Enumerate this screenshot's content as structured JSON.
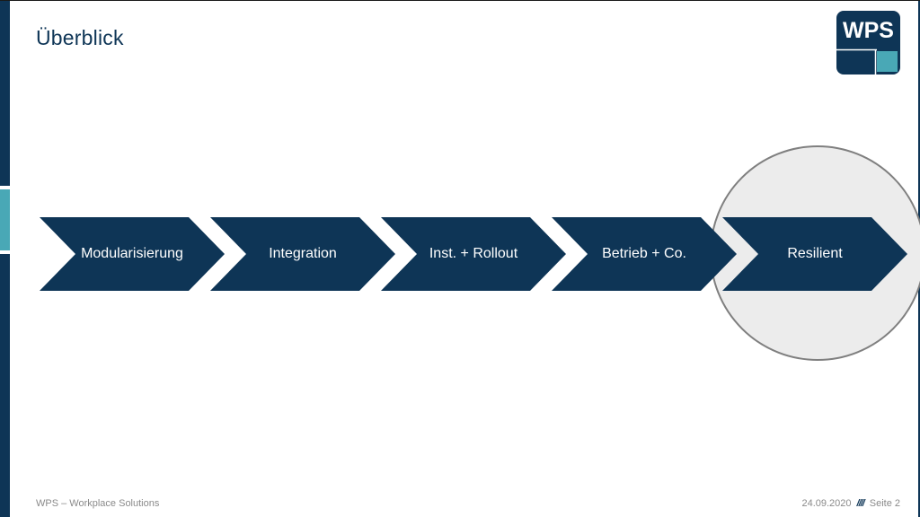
{
  "slide": {
    "title": "Überblick"
  },
  "logo": {
    "text": "WPS",
    "colors": {
      "main": "#0e3556",
      "accent": "#49a8b6"
    }
  },
  "process": {
    "steps": [
      {
        "label": "Modularisierung"
      },
      {
        "label": "Integration"
      },
      {
        "label": "Inst. + Rollout"
      },
      {
        "label": "Betrieb + Co."
      },
      {
        "label": "Resilient",
        "highlighted": true
      }
    ],
    "colors": {
      "step": "#0e3556",
      "highlight_circle": "#ececec"
    }
  },
  "footer": {
    "company": "WPS – Workplace Solutions",
    "date": "24.09.2020",
    "separator": "////",
    "page": "Seite 2"
  }
}
